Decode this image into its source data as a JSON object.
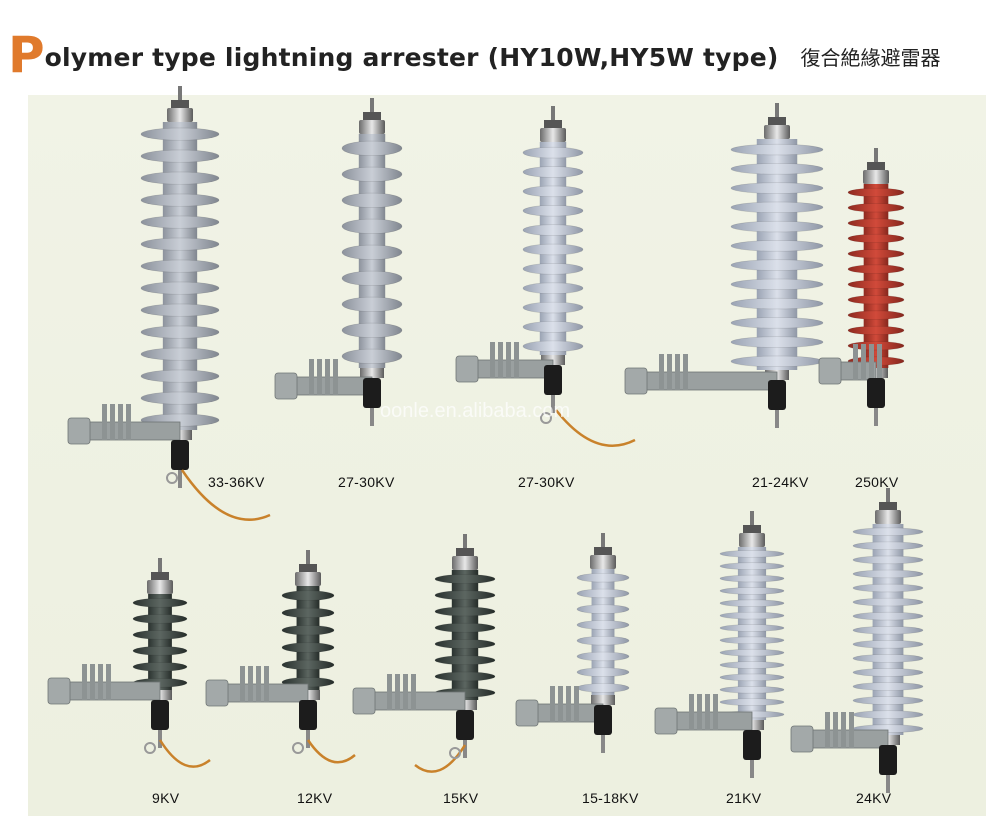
{
  "title": {
    "initial": "P",
    "rest": "olymer type lightning arrester (HY10W,HY5W type)",
    "chinese": "復合絶緣避雷器"
  },
  "watermark": "oonle.en.alibaba.com",
  "colors": {
    "accent": "#e07a2c",
    "grey_polymer": "#a9afb8",
    "dark_polymer": "#3b4440",
    "red_polymer": "#b8392c"
  },
  "products": [
    {
      "label": "33-36KV"
    },
    {
      "label": "27-30KV"
    },
    {
      "label": "27-30KV"
    },
    {
      "label": "21-24KV"
    },
    {
      "label": "250KV"
    },
    {
      "label": "9KV"
    },
    {
      "label": "12KV"
    },
    {
      "label": "15KV"
    },
    {
      "label": "15-18KV"
    },
    {
      "label": "21KV"
    },
    {
      "label": "24KV"
    }
  ]
}
